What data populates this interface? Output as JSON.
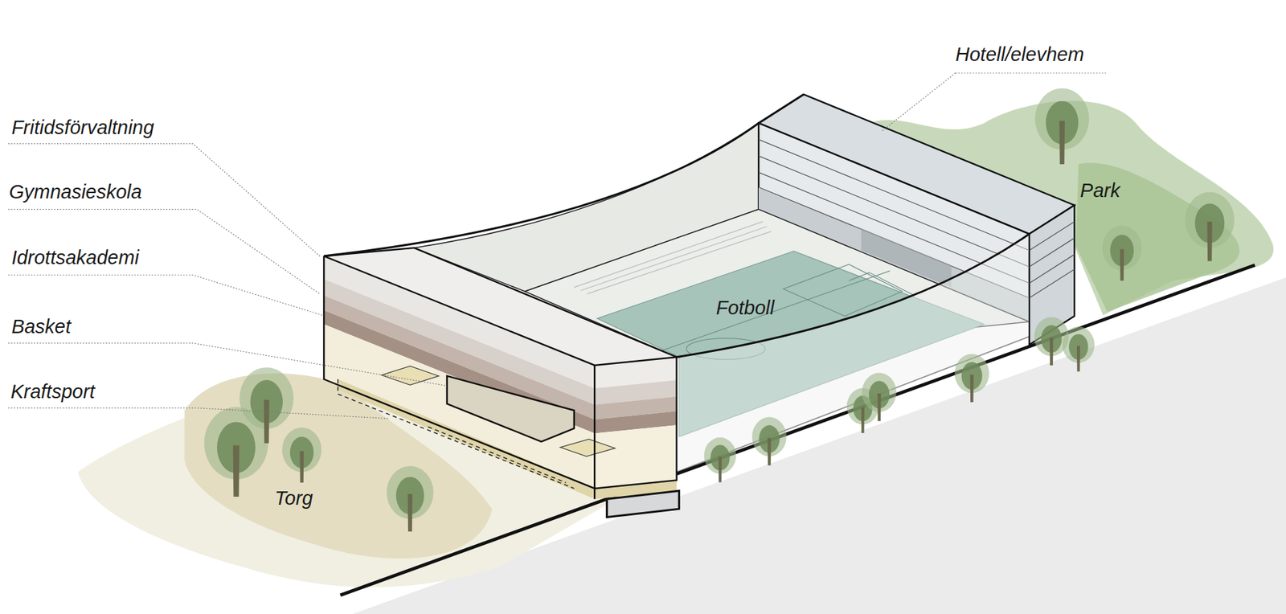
{
  "diagram": {
    "labels": [
      "Hotell/elevhem",
      "Fritidsförvaltning",
      "Gymnasieskola",
      "Idrottsakademi",
      "Basket",
      "Kraftsport",
      "Park",
      "Fotboll",
      "Torg"
    ]
  }
}
